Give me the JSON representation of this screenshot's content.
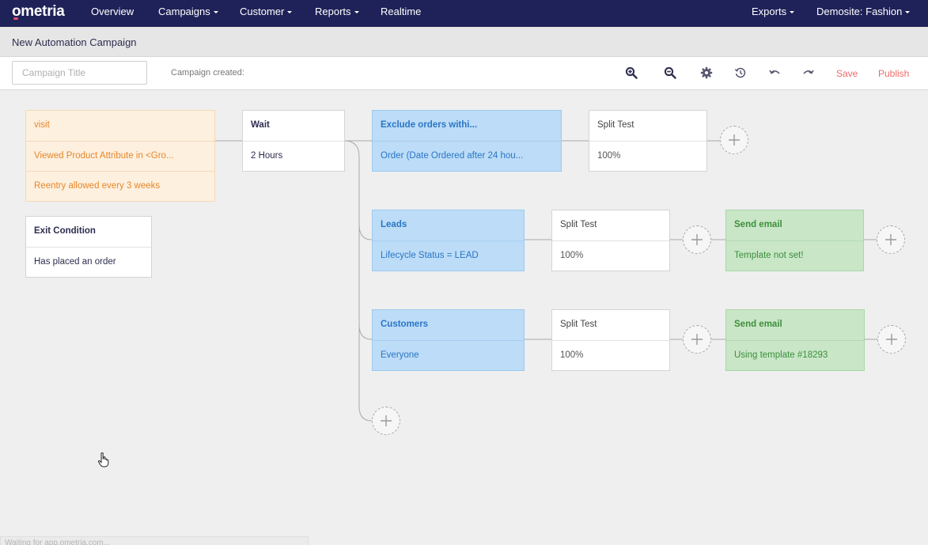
{
  "brand": {
    "logo": "ometria"
  },
  "nav": {
    "left": [
      {
        "label": "Overview",
        "dropdown": false
      },
      {
        "label": "Campaigns",
        "dropdown": true
      },
      {
        "label": "Customer",
        "dropdown": true
      },
      {
        "label": "Reports",
        "dropdown": true
      },
      {
        "label": "Realtime",
        "dropdown": false
      }
    ],
    "right": [
      {
        "label": "Exports",
        "dropdown": true
      },
      {
        "label": "Demosite: Fashion",
        "dropdown": true
      }
    ]
  },
  "page": {
    "title": "New Automation Campaign"
  },
  "toolbar": {
    "title_placeholder": "Campaign Title",
    "title_value": "",
    "created_label": "Campaign created:",
    "icons": [
      "zoom-in-icon",
      "zoom-out-icon",
      "gear-icon",
      "history-icon",
      "undo-icon",
      "redo-icon"
    ],
    "save_label": "Save",
    "publish_label": "Publish"
  },
  "flow": {
    "trigger": {
      "title": "visit",
      "condition": "Viewed Product Attribute in <Gro...",
      "reentry": "Reentry allowed every 3 weeks"
    },
    "exit": {
      "title": "Exit Condition",
      "value": "Has placed an order"
    },
    "wait": {
      "title": "Wait",
      "value": "2 Hours"
    },
    "branches": [
      {
        "filter": {
          "title": "Exclude orders withi...",
          "value": "Order (Date Ordered after 24 hou..."
        },
        "split": {
          "title": "Split Test",
          "value": "100%"
        }
      },
      {
        "filter": {
          "title": "Leads",
          "value": "Lifecycle Status = LEAD"
        },
        "split": {
          "title": "Split Test",
          "value": "100%"
        },
        "email": {
          "title": "Send email",
          "value": "Template not set!"
        }
      },
      {
        "filter": {
          "title": "Customers",
          "value": "Everyone"
        },
        "split": {
          "title": "Split Test",
          "value": "100%"
        },
        "email": {
          "title": "Send email",
          "value": "Using template #18293"
        }
      }
    ]
  },
  "status_bar": {
    "text": "Waiting for app.ometria.com..."
  },
  "colors": {
    "nav_bg": "#1f2258",
    "accent_red": "#ee6a6a",
    "trigger_bg": "#fdf0df",
    "trigger_text": "#e8872a",
    "filter_bg": "#bcdcf7",
    "filter_text": "#2a76c6",
    "email_bg": "#c9e6c7",
    "email_text": "#3c8f3c"
  }
}
